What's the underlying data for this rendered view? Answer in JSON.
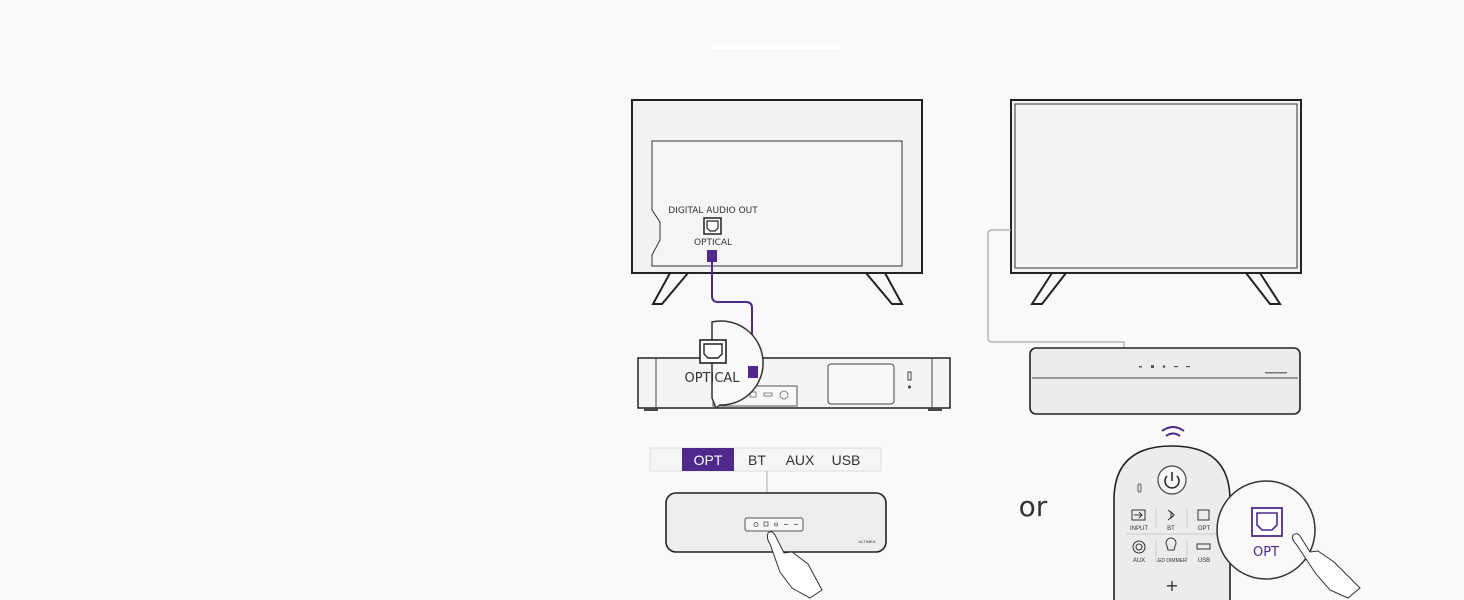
{
  "tv_back": {
    "port_title": "DIGITAL AUDIO OUT",
    "port_name": "OPTICAL"
  },
  "soundbar_back": {
    "callout_label": "OPTICAL"
  },
  "input_selector": {
    "options": [
      "OPT",
      "BT",
      "AUX",
      "USB"
    ],
    "selected": "OPT"
  },
  "soundbar_brand": "ULTIMEA",
  "separator_word": "or",
  "remote": {
    "buttons": [
      "INPUT",
      "BT",
      "OPT",
      "AUX",
      "LED DIMMER",
      "USB"
    ],
    "plus_symbol": "+",
    "callout_label": "OPT"
  },
  "colors": {
    "accent": "#4f2a8c",
    "line": "#222222",
    "background": "#f9f9f9"
  }
}
